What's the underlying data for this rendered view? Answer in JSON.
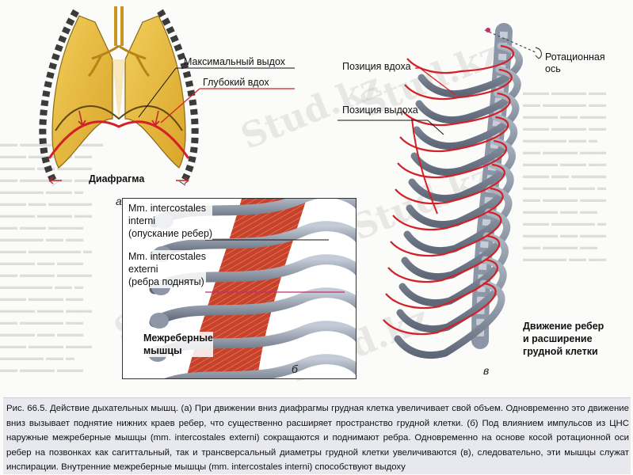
{
  "panel_a": {
    "label_max_exhale": "Максимальный выдох",
    "label_deep_inhale": "Глубокий вдох",
    "label_diaphragm": "Диафрагма",
    "letter": "а"
  },
  "panel_b": {
    "label_interni_1": "Mm. intercostales",
    "label_interni_2": "interni",
    "label_interni_3": "(опускание ребер)",
    "label_externi_1": "Mm. intercostales",
    "label_externi_2": "externi",
    "label_externi_3": "(ребра подняты)",
    "label_muscles_1": "Межреберные",
    "label_muscles_2": "мышцы",
    "letter": "б"
  },
  "panel_c": {
    "label_inhale_position": "Позиция вдоха",
    "label_exhale_position": "Позиция выдоха",
    "label_rotation_axis_1": "Ротационная",
    "label_rotation_axis_2": "ось",
    "label_movement_1": "Движение ребер",
    "label_movement_2": "и расширение",
    "label_movement_3": "грудной клетки",
    "letter": "в"
  },
  "watermark_text": "Stud.kz",
  "caption": "Рис. 66.5. Действие дыхательных мышц. (а) При движении вниз диафрагмы грудная клетка увеличивает свой объем. Одновременно это движение вниз вызывает поднятие нижних краев ребер, что существенно расширяет пространство грудной клетки. (б) Под влиянием импульсов из ЦНС наружные межреберные мышцы (mm. intercostales externi) сокращаются и поднимают ребра. Одновременно на основе косой ротационной оси ребер на позвонках как сагиттальный, так и трансверсальный диаметры грудной клетки увеличиваются (в), следовательно, эти мышцы служат инспирации. Внутренние межреберные мышцы (mm. intercostales interni) способствуют выдоху",
  "colors": {
    "lung_fill": "#e8b93a",
    "rib_grey": "#7f8897",
    "rib_light": "#b7c0cc",
    "red_line": "#d42027",
    "muscle_red": "#c8422b",
    "caption_bg": "#e7e9ee"
  }
}
